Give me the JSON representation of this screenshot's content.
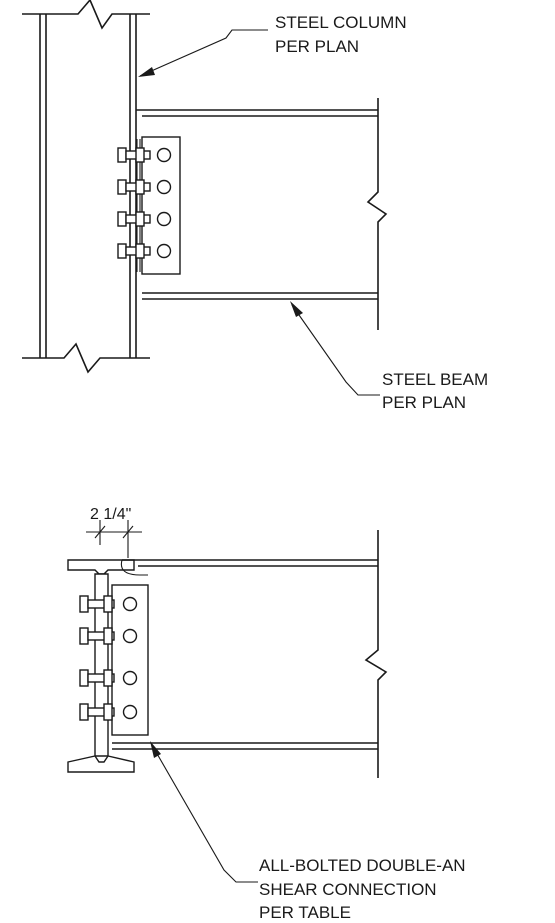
{
  "callouts": {
    "column_line1": "STEEL COLUMN",
    "column_line2": "PER PLAN",
    "beam_line1": "STEEL BEAM",
    "beam_line2": "PER PLAN",
    "connection_line1": "ALL-BOLTED DOUBLE-AN",
    "connection_line2": "SHEAR CONNECTION",
    "connection_line3": "PER TABLE"
  },
  "dimension": {
    "gap": "2 1/4\""
  }
}
